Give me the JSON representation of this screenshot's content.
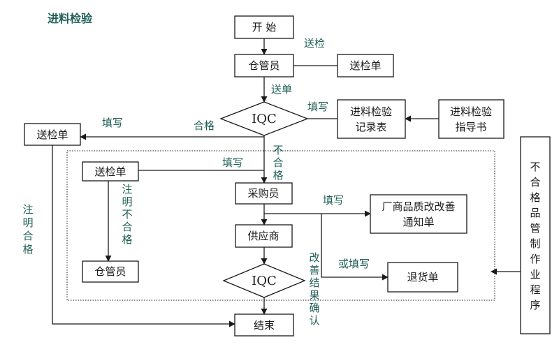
{
  "title": "进料检验",
  "nodes": {
    "start": "开 始",
    "warehouse_keeper": "仓管员",
    "inspection_form_right": "送检单",
    "iqc_first": "IQC",
    "record_line1": "进料检验",
    "record_line2": "记录表",
    "guide_line1": "进料检验",
    "guide_line2": "指导书",
    "inspection_form_left": "送检单",
    "inspection_form_inner": "送检单",
    "warehouse_keeper_inner": "仓管员",
    "purchaser": "采购员",
    "supplier": "供应商",
    "iqc_second": "IQC",
    "improve_line1": "厂商品质改改善",
    "improve_line2": "通知单",
    "return_form": "退货单",
    "end": "结束",
    "procedure_vertical": [
      "不",
      "合",
      "格",
      "品",
      "管",
      "制",
      "作",
      "业",
      "程",
      "序"
    ]
  },
  "labels": {
    "send_inspect": "送检",
    "send_form": "送单",
    "fill_record": "填写",
    "qualified": "合格",
    "fill_left": "填写",
    "unqualified": [
      "不",
      "合",
      "格"
    ],
    "fill_inner": "填写",
    "note_unqualified": [
      "注",
      "明",
      "不",
      "合",
      "格"
    ],
    "note_qualified": [
      "注",
      "明",
      "合",
      "格"
    ],
    "fill_improve": "填写",
    "or_fill": "或填写",
    "improve_confirm": [
      "改",
      "善",
      "结",
      "果",
      "确",
      "认"
    ]
  }
}
